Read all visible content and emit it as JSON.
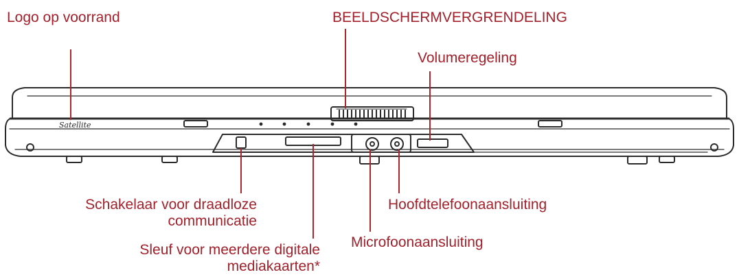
{
  "colors": {
    "label": "#a3202a",
    "leader": "#b0242c",
    "outline": "#2a2a2a"
  },
  "device_logo": "Satellite",
  "labels": {
    "front_logo": "Logo op voorrand",
    "display_latch": "BEELDSCHERMVERGRENDELING",
    "volume_control": "Volumeregeling",
    "wireless_switch": [
      "Schakelaar voor draadloze",
      "communicatie"
    ],
    "headphone_jack": "Hoofdtelefoonaansluiting",
    "microphone_jack": "Microfoonaansluiting",
    "media_slot": [
      "Sleuf voor meerdere digitale",
      "mediakaarten*"
    ]
  }
}
